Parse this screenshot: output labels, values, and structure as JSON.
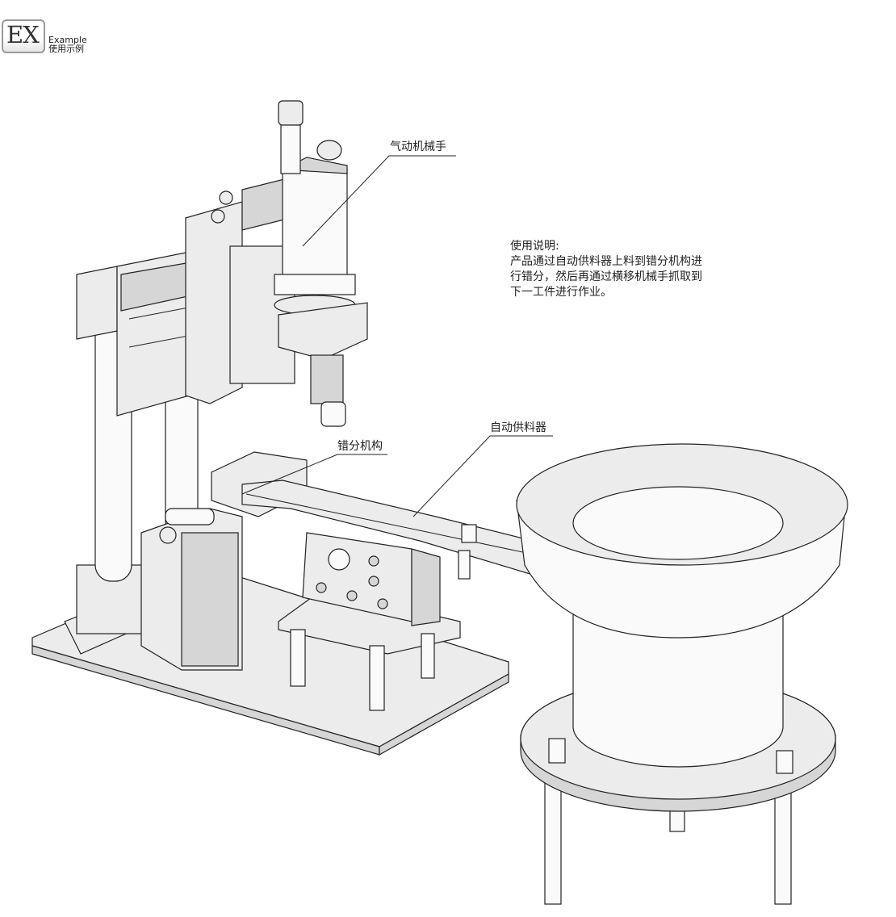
{
  "badge": {
    "logo_text": "EX",
    "title_en": "Example",
    "title_cn": "使用示例"
  },
  "labels": {
    "pneumatic_manipulator": "气动机械手",
    "misalignment_mechanism": "错分机构",
    "auto_feeder": "自动供料器"
  },
  "description": {
    "heading": "使用说明:",
    "lines": [
      "产品通过自动供料器上料到错分机构进",
      "行错分，然后再通过横移机械手抓取到",
      "下一工件进行作业。"
    ]
  }
}
